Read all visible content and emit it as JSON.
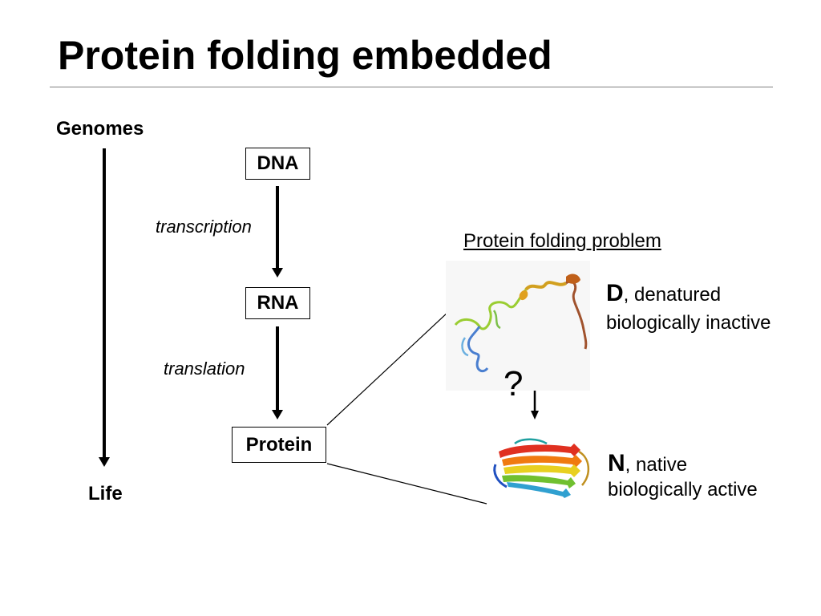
{
  "slide": {
    "title": "Protein folding embedded"
  },
  "timeline": {
    "top_label": "Genomes",
    "bottom_label": "Life"
  },
  "dogma": {
    "dna": "DNA",
    "transcription": "transcription",
    "rna": "RNA",
    "translation": "translation",
    "protein": "Protein"
  },
  "folding": {
    "heading": "Protein folding problem",
    "question": "?",
    "denatured": {
      "letter": "D",
      "suffix": ", denatured",
      "description": "biologically inactive"
    },
    "native": {
      "letter": "N",
      "suffix": ", native",
      "description": "biologically active"
    }
  },
  "colors": {
    "arrow": "#000000",
    "rule": "#808080"
  }
}
